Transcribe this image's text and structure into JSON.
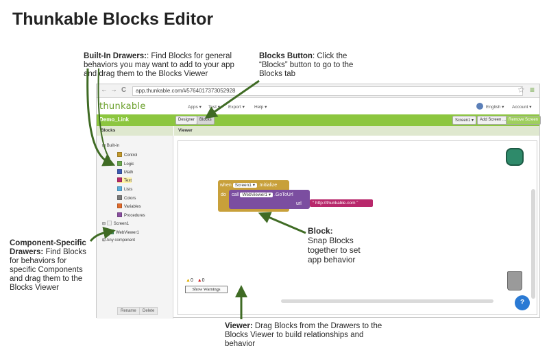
{
  "page_title": "Thunkable Blocks Editor",
  "callouts": {
    "builtin_title": "Built-In Drawers:",
    "builtin_text": ": Find Blocks for general behaviors you may want to add to your app and drag them to the Blocks Viewer",
    "blocksbtn_title": "Blocks Button",
    "blocksbtn_text": ": Click the “Blocks” button to go to the Blocks tab",
    "block_title": "Block:",
    "block_text": "Snap Blocks together to set app behavior",
    "component_title": "Component-Specific Drawers:",
    "component_text": " Find Blocks for behaviors for specific Components and drag them to the Blocks Viewer",
    "viewer_title": "Viewer:",
    "viewer_text": " Drag Blocks from the Drawers to the Blocks Viewer to build relationships and behavior"
  },
  "browser": {
    "url": "app.thunkable.com/#5764017373052928",
    "back": "←",
    "forward": "→",
    "reload": "C",
    "star": "☆",
    "menu": "≡"
  },
  "app": {
    "logo": "thunkable",
    "menus": [
      "Apps ▾",
      "Test ▾",
      "Export ▾",
      "Help ▾"
    ],
    "language": "English ▾",
    "account": "Account ▾",
    "project_name": "Demo_Link",
    "designer_label": "Designer",
    "blocks_label": "Blocks",
    "screen_select": "Screen1 ▾",
    "add_screen": "Add Screen ...",
    "remove_screen": "Remove Screen"
  },
  "sidebar": {
    "header": "Blocks",
    "builtin": "Built-in",
    "drawers": [
      {
        "label": "Control",
        "color": "#c49a2c"
      },
      {
        "label": "Logic",
        "color": "#6aa84f"
      },
      {
        "label": "Math",
        "color": "#3d5ab3"
      },
      {
        "label": "Text",
        "color": "#b8286b"
      },
      {
        "label": "Lists",
        "color": "#5aaedc"
      },
      {
        "label": "Colors",
        "color": "#7a7a7a"
      },
      {
        "label": "Variables",
        "color": "#e06a2a"
      },
      {
        "label": "Procedures",
        "color": "#8a4fa0"
      }
    ],
    "screen": "Screen1",
    "component": "WebViewer1",
    "any_component": "Any component",
    "rename": "Rename",
    "delete": "Delete"
  },
  "viewer": {
    "header": "Viewer",
    "when": "when",
    "screen": "Screen1 ▾",
    "initialize": ".Initialize",
    "do": "do",
    "call": "call",
    "webviewer": "WebViewer1 ▾",
    "gotourl": ".GoToUrl",
    "url": "url",
    "url_text": "“ http://thunkable.com ”",
    "warn_count": "0",
    "err_count": "0",
    "show_warnings": "Show Warnings"
  },
  "colors": {
    "event_block": "#c8a03a",
    "call_block": "#7b4ea0",
    "text_block": "#b8286b",
    "project_bar": "#8cc63f",
    "arrow": "#3f6b24"
  }
}
